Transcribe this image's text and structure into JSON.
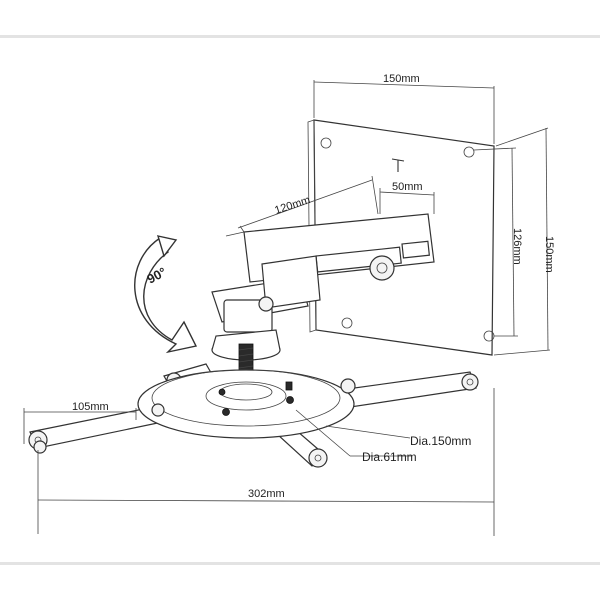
{
  "dimensions": {
    "plate_width": "150mm",
    "plate_height": "150mm",
    "hole_spacing": "126mm",
    "slot": "50mm",
    "arm": "120mm",
    "foot": "105mm",
    "span": "302mm",
    "ring_outer": "Dia.150mm",
    "ring_inner": "Dia.61mm"
  },
  "rotation_label": "90°"
}
